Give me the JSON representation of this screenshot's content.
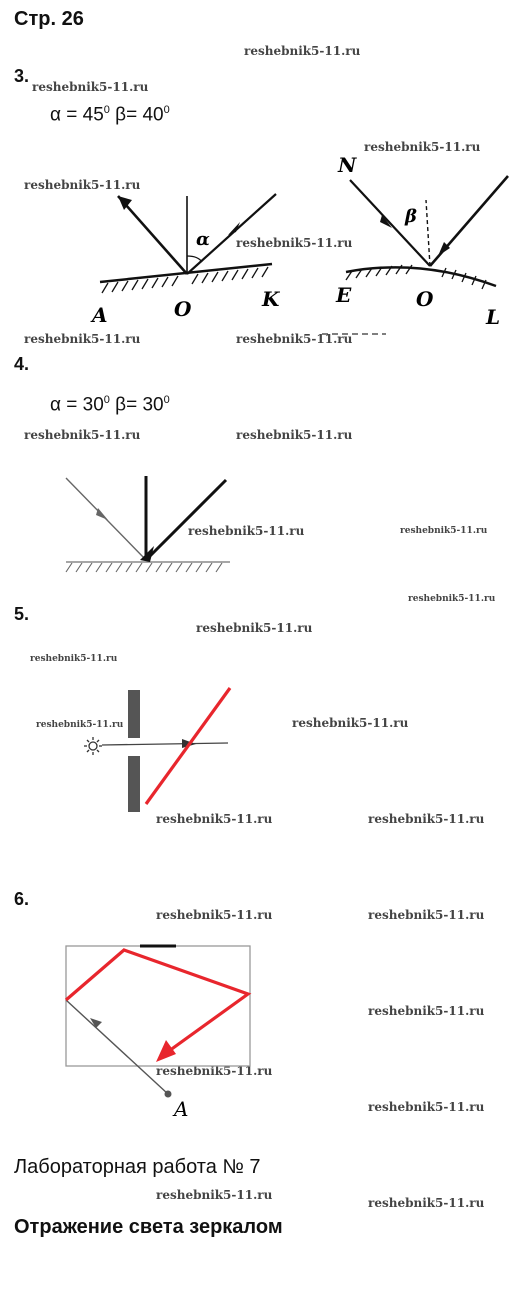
{
  "page_heading": "Стр. 26",
  "watermark": "reshebnik5-11.ru",
  "task3": {
    "number": "3.",
    "alpha_label": "α = 45",
    "beta_label": " β= 40",
    "deg_sup": "0",
    "fig1_labels": {
      "angle": "α",
      "point_a": "A",
      "point_o": "O",
      "point_k": "K"
    },
    "fig2_labels": {
      "point_n": "N",
      "angle": "β",
      "point_e": "E",
      "point_o": "O",
      "point_l": "L"
    }
  },
  "task4": {
    "number": "4.",
    "alpha_label": "α = 30",
    "beta_label": " β= 30",
    "deg_sup": "0"
  },
  "task5": {
    "number": "5."
  },
  "task6": {
    "number": "6.",
    "point_a": "A"
  },
  "lab": {
    "title": "Лабораторная работа № 7",
    "subtitle": "Отражение света зеркалом"
  },
  "colors": {
    "red_line": "#e8262d",
    "ink": "#111111"
  }
}
